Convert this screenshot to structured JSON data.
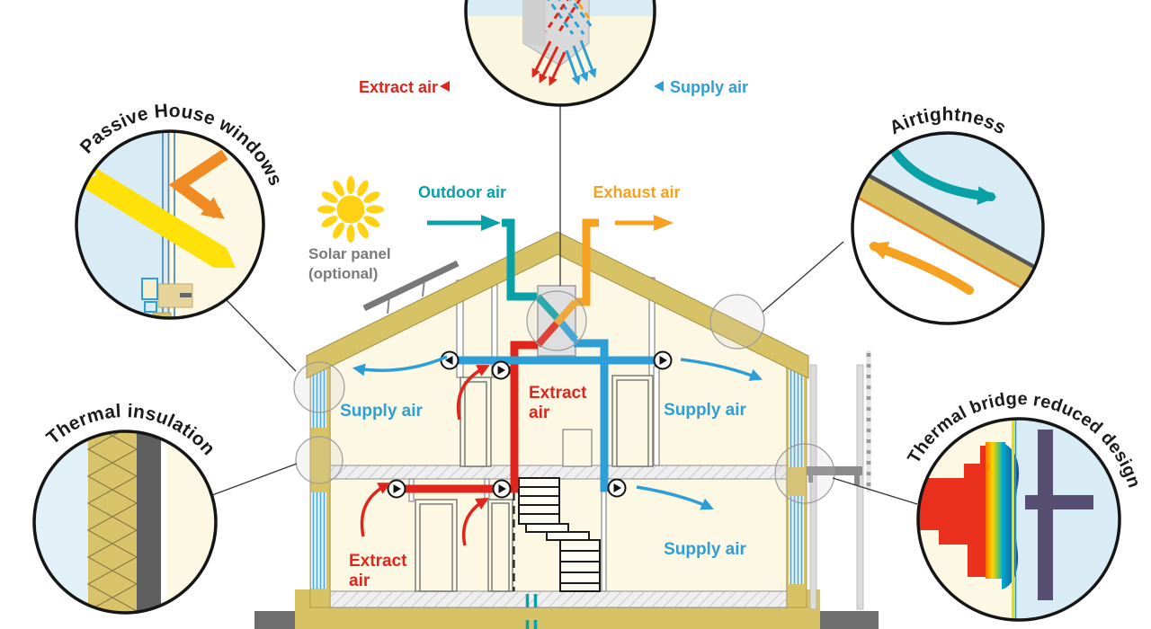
{
  "circles": {
    "heat_exchanger": {
      "extract_label": "Extract air",
      "supply_label": "Supply air"
    },
    "windows": {
      "title": "Passive House windows"
    },
    "airtightness": {
      "title": "Airtightness"
    },
    "insulation": {
      "title": "Thermal insulation"
    },
    "thermal_bridge": {
      "title": "Thermal bridge reduced design"
    }
  },
  "ventilation": {
    "outdoor_air_label": "Outdoor air",
    "exhaust_air_label": "Exhaust air",
    "rooms": {
      "supply_upper_left": "Supply air",
      "supply_upper_right": "Supply air",
      "supply_lower": "Supply air",
      "extract_upper": [
        "Extract",
        "air"
      ],
      "extract_lower": [
        "Extract",
        "air"
      ]
    }
  },
  "solar": {
    "label_line1": "Solar panel",
    "label_line2": "(optional)"
  },
  "icons": [
    "sun-icon",
    "left-triangle-icon",
    "valve-icon",
    "arrow-icon"
  ],
  "colors": {
    "supply_blue": "#2E9FD6",
    "extract_red": "#E0251C",
    "outdoor_teal": "#0AA1A6",
    "exhaust_orange": "#F6A220",
    "roof_tan": "#D8C266",
    "interior_cream": "#FCF8E4",
    "sky_blue": "#D9ECF6",
    "sun_yellow": "#FFD214",
    "thermal_purple": "#574F72",
    "text_gray": "#7A7A7A"
  }
}
